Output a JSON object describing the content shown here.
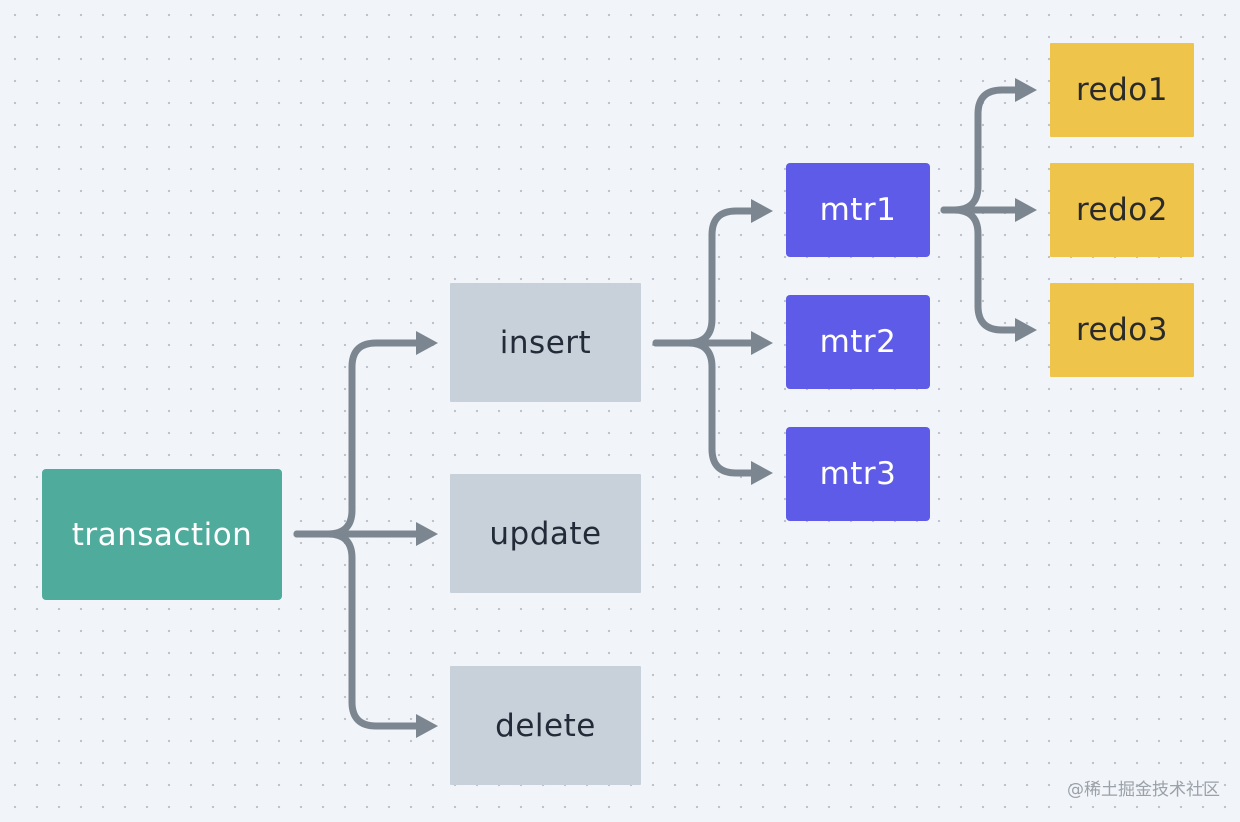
{
  "diagram": {
    "root": {
      "label": "transaction"
    },
    "operations": [
      {
        "id": "insert",
        "label": "insert"
      },
      {
        "id": "update",
        "label": "update"
      },
      {
        "id": "delete",
        "label": "delete"
      }
    ],
    "mtrs": [
      {
        "id": "mtr1",
        "label": "mtr1"
      },
      {
        "id": "mtr2",
        "label": "mtr2"
      },
      {
        "id": "mtr3",
        "label": "mtr3"
      }
    ],
    "redos": [
      {
        "id": "redo1",
        "label": "redo1"
      },
      {
        "id": "redo2",
        "label": "redo2"
      },
      {
        "id": "redo3",
        "label": "redo3"
      }
    ],
    "edges": [
      {
        "from": "transaction",
        "to": "insert"
      },
      {
        "from": "transaction",
        "to": "update"
      },
      {
        "from": "transaction",
        "to": "delete"
      },
      {
        "from": "insert",
        "to": "mtr1"
      },
      {
        "from": "insert",
        "to": "mtr2"
      },
      {
        "from": "insert",
        "to": "mtr3"
      },
      {
        "from": "mtr1",
        "to": "redo1"
      },
      {
        "from": "mtr1",
        "to": "redo2"
      },
      {
        "from": "mtr1",
        "to": "redo3"
      }
    ]
  },
  "colors": {
    "transaction": "#4fab9c",
    "operation": "#c8d0da",
    "mtr": "#5e5be9",
    "redo": "#efc44a",
    "connector": "#7c8690",
    "background": "#f1f4f8"
  },
  "watermark": "@稀土掘金技术社区"
}
